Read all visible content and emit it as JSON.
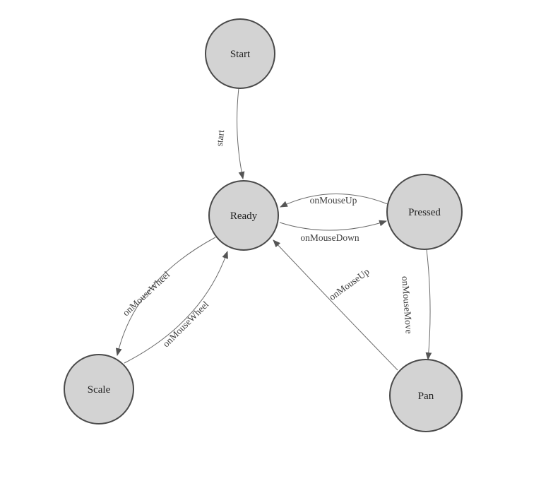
{
  "diagram": {
    "type": "state-machine",
    "colors": {
      "background": "#ffffff",
      "node_fill": "#d3d3d3",
      "node_stroke": "#4a4a4a",
      "edge_stroke": "#6b6b6b",
      "arrowhead": "#555555",
      "label_text": "#3d3d3d"
    },
    "nodes": [
      {
        "id": "start",
        "label": "Start"
      },
      {
        "id": "ready",
        "label": "Ready"
      },
      {
        "id": "pressed",
        "label": "Pressed"
      },
      {
        "id": "scale",
        "label": "Scale"
      },
      {
        "id": "pan",
        "label": "Pan"
      }
    ],
    "edges": [
      {
        "from": "start",
        "to": "ready",
        "label": "start"
      },
      {
        "from": "pressed",
        "to": "ready",
        "label": "onMouseUp"
      },
      {
        "from": "ready",
        "to": "pressed",
        "label": "onMouseDown"
      },
      {
        "from": "pressed",
        "to": "pan",
        "label": "onMouseMove"
      },
      {
        "from": "pan",
        "to": "ready",
        "label": "onMouseUp"
      },
      {
        "from": "ready",
        "to": "scale",
        "label": "onMouseWheel"
      },
      {
        "from": "scale",
        "to": "ready",
        "label": "onMouseWheel"
      }
    ]
  }
}
